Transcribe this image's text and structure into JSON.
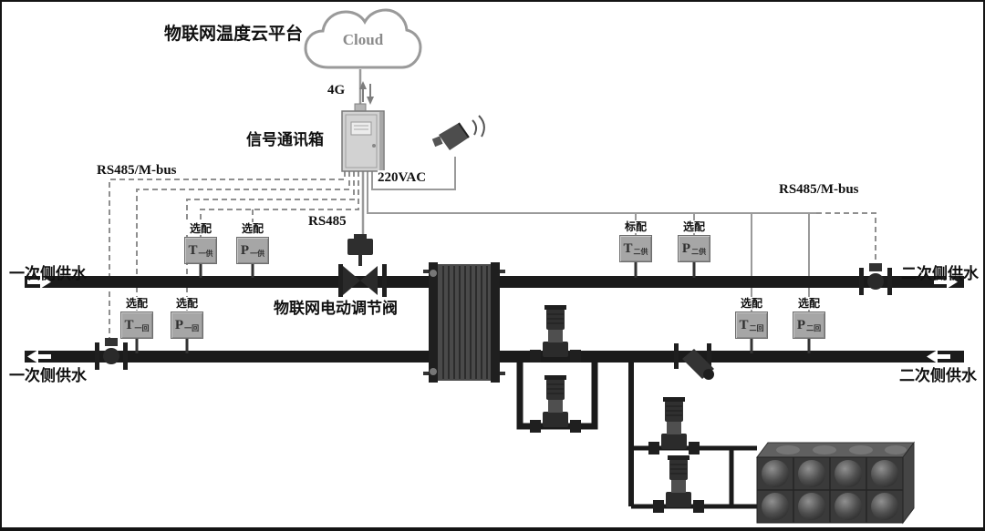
{
  "platform": {
    "title": "物联网温度云平台",
    "cloud_label": "Cloud"
  },
  "comm": {
    "link_4g": "4G",
    "box_label": "信号通讯箱",
    "power_label": "220VAC",
    "rs485_label": "RS485",
    "mbus_left": "RS485/M-bus",
    "mbus_right": "RS485/M-bus"
  },
  "valve": {
    "label": "物联网电动调节阀"
  },
  "pipes": {
    "primary_top": "一次侧供水",
    "primary_bottom": "一次侧供水",
    "secondary_top": "二次侧供水",
    "secondary_bottom": "二次侧供水"
  },
  "sensors": [
    {
      "option": "选配",
      "symbol": "T",
      "sub": "一供"
    },
    {
      "option": "选配",
      "symbol": "P",
      "sub": "一供"
    },
    {
      "option": "选配",
      "symbol": "T",
      "sub": "一回"
    },
    {
      "option": "选配",
      "symbol": "P",
      "sub": "一回"
    },
    {
      "option": "标配",
      "symbol": "T",
      "sub": "二供"
    },
    {
      "option": "选配",
      "symbol": "P",
      "sub": "二供"
    },
    {
      "option": "选配",
      "symbol": "T",
      "sub": "二回"
    },
    {
      "option": "选配",
      "symbol": "P",
      "sub": "二回"
    }
  ],
  "colors": {
    "pipe": "#1b1b1b",
    "signal_dashed": "#8f8f8f",
    "signal_solid": "#9a9a9a",
    "sensor_box": "#a6a6a6",
    "text": "#101010"
  }
}
